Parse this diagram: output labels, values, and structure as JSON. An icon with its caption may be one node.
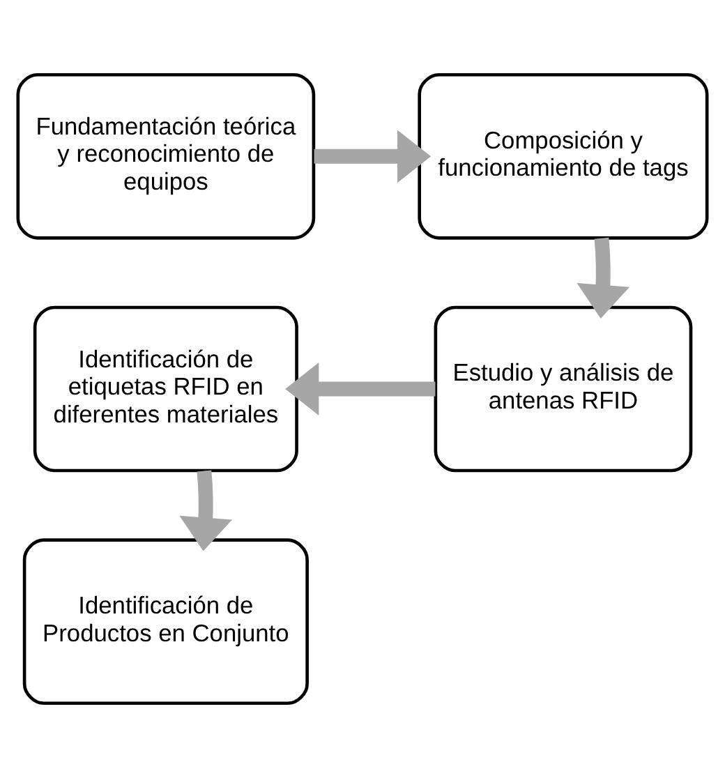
{
  "diagram": {
    "nodes": [
      {
        "text": [
          "Fundamentación teórica y reconocimiento de equipos"
        ]
      },
      {
        "text": [
          "Composición y funcionamiento de tags"
        ]
      },
      {
        "text": [
          "Estudio y análisis de antenas RFID"
        ]
      },
      {
        "text": [
          "Identificación de etiquetas RFID en diferentes materiales"
        ]
      },
      {
        "text": [
          "Identificación de Productos en Conjunto"
        ]
      }
    ],
    "edges": [
      {
        "from": 0,
        "to": 1,
        "arrow": "to"
      },
      {
        "from": 1,
        "to": 2,
        "arrow": "to"
      },
      {
        "from": 2,
        "to": 3,
        "arrow": "to"
      },
      {
        "from": 3,
        "to": 4,
        "arrow": "to"
      }
    ]
  }
}
